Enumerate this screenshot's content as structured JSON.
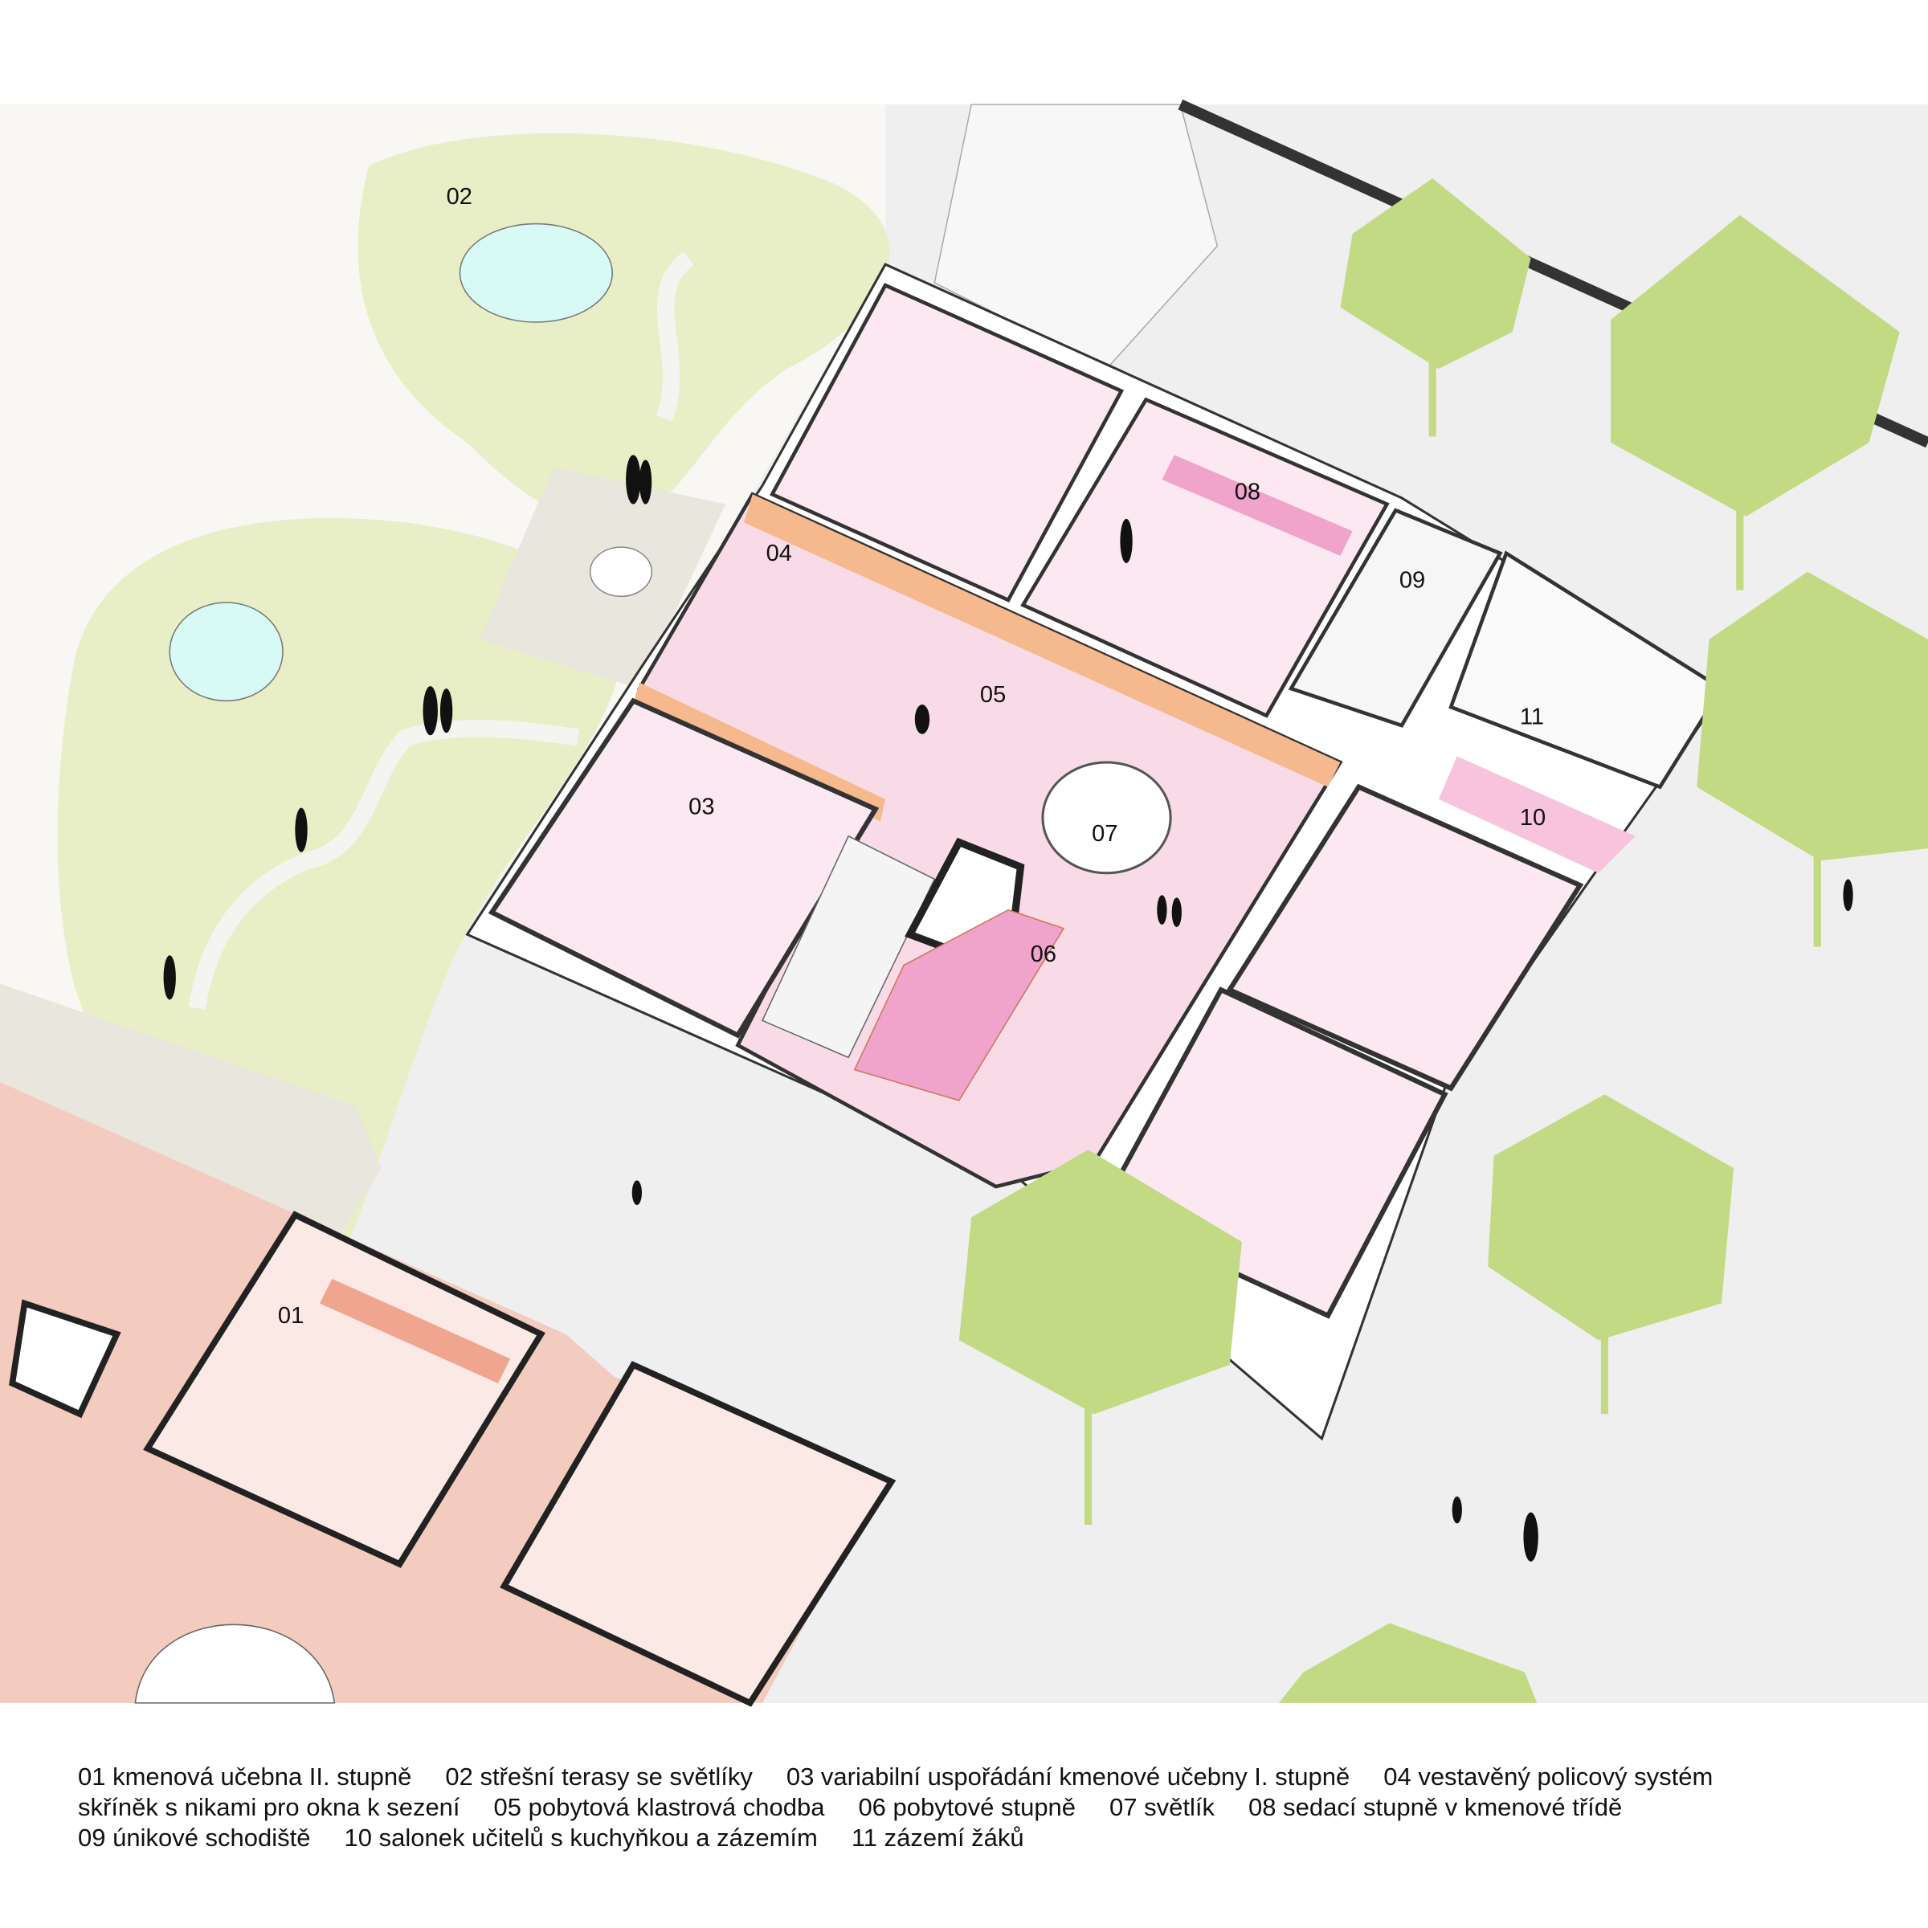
{
  "labels": {
    "l01": "01",
    "l02": "02",
    "l03": "03",
    "l04": "04",
    "l05": "05",
    "l06": "06",
    "l07": "07",
    "l08": "08",
    "l09": "09",
    "l10": "10",
    "l11": "11"
  },
  "legend": {
    "line1": [
      "01 kmenová učebna II. stupně",
      "02 střešní terasy se světlíky",
      "03 variabilní uspořádání kmenové učebny I. stupně",
      "04 vestavěný policový systém"
    ],
    "line2": [
      "skříněk s nikami pro okna k sezení",
      "05 pobytová klastrová chodba",
      "06 pobytové stupně",
      "07 světlík",
      "08 sedací stupně v kmenové třídě"
    ],
    "line3": [
      "09 únikové schodiště",
      "10 salonek učitelů s kuchyňkou a zázemím",
      "11 zázemí žáků"
    ]
  },
  "colors": {
    "lawn": "#e8efc6",
    "skylight": "#d8faf4",
    "classroom": "#fce8f1",
    "corridor": "#f9dbe8",
    "shelves": "#f6b98e",
    "steps": "#f0a3cb",
    "lower_wing": "#f3cbbf",
    "tree": "#c3da85",
    "wall": "#2b2b2b"
  }
}
